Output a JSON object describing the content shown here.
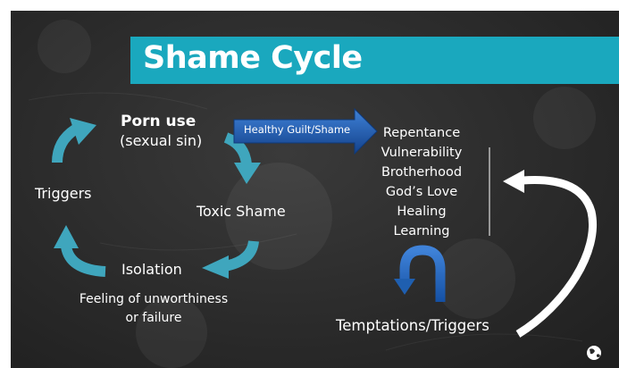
{
  "slide": {
    "title": "Shame Cycle",
    "cycle": {
      "porn_use": "Porn use",
      "sexual_sin": "(sexual sin)",
      "triggers": "Triggers",
      "toxic_shame": "Toxic Shame",
      "isolation": "Isolation",
      "unworthiness_line1": "Feeling of unworthiness",
      "unworthiness_line2": "or failure"
    },
    "healthy_arrow_label": "Healthy Guilt/Shame",
    "recovery_items": [
      "Repentance",
      "Vulnerability",
      "Brotherhood",
      "God’s Love",
      "Healing",
      "Learning"
    ],
    "temptations_label": "Temptations/Triggers",
    "colors": {
      "title_bar": "#1aa8be",
      "cycle_arrows": "#3fa6bd",
      "blue_arrow": "#1f5fb0",
      "background": "#2b2b2b"
    },
    "icons": [
      "cycle-arrow-icon",
      "u-turn-arrow-icon",
      "return-arrow-icon",
      "globe-icon"
    ]
  }
}
